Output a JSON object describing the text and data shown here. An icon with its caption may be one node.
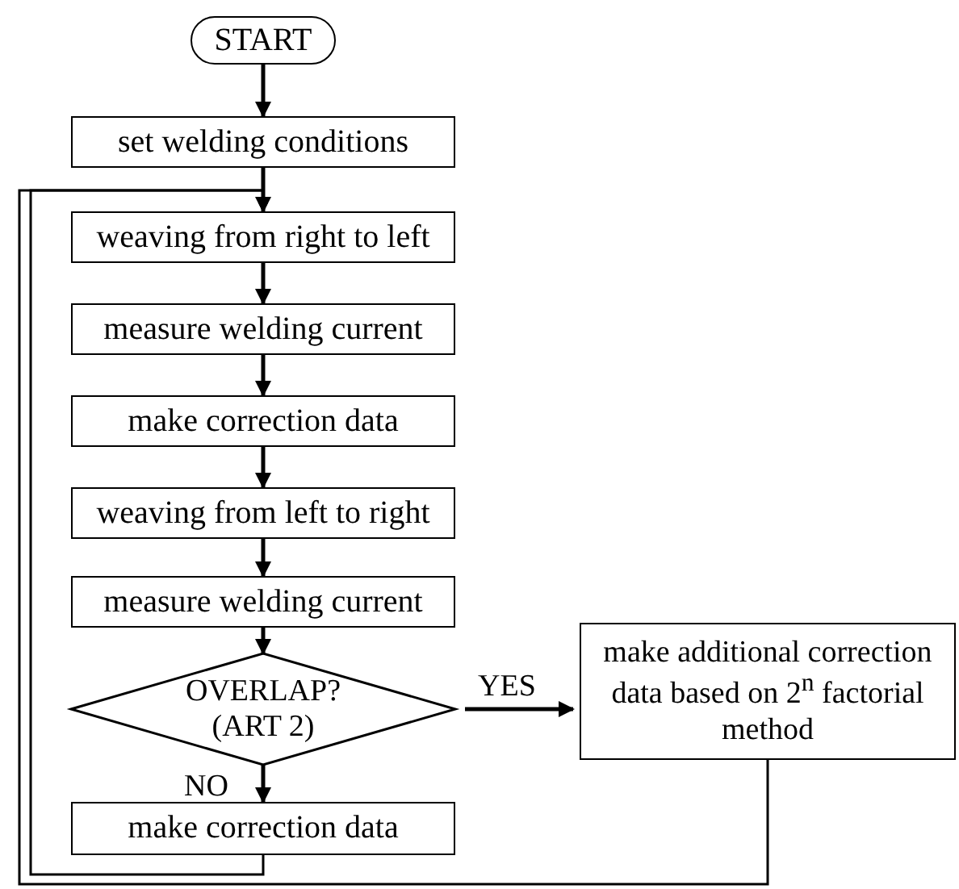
{
  "diagram": {
    "nodes": [
      {
        "text": [
          "START"
        ]
      },
      {
        "text": [
          "set welding conditions"
        ]
      },
      {
        "text": [
          "weaving from right to left"
        ]
      },
      {
        "text": [
          "measure welding current"
        ]
      },
      {
        "text": [
          "make correction data"
        ]
      },
      {
        "text": [
          "weaving from left to right"
        ]
      },
      {
        "text": [
          "measure welding current"
        ]
      },
      {
        "text": [
          "OVERLAP? (ART 2)"
        ]
      },
      {
        "text": [
          "make additional correction data based on 2$^{n}$ factorial method"
        ]
      },
      {
        "text": [
          "make correction data"
        ]
      }
    ],
    "edges": [
      {
        "from": 0,
        "to": 1,
        "arrow": "to"
      },
      {
        "from": 1,
        "to": 2,
        "arrow": "to"
      },
      {
        "from": 2,
        "to": 3,
        "arrow": "to"
      },
      {
        "from": 3,
        "to": 4,
        "arrow": "to"
      },
      {
        "from": 4,
        "to": 5,
        "arrow": "to"
      },
      {
        "from": 5,
        "to": 6,
        "arrow": "to"
      },
      {
        "from": 6,
        "to": 7,
        "arrow": "to"
      },
      {
        "from": 7,
        "to": 8,
        "label": "YES",
        "arrow": "to"
      },
      {
        "from": 7,
        "to": 9,
        "label": "NO",
        "arrow": "to"
      },
      {
        "from": 9,
        "to": 2,
        "arrow": "to"
      },
      {
        "from": 8,
        "to": 2,
        "arrow": "to"
      }
    ]
  }
}
